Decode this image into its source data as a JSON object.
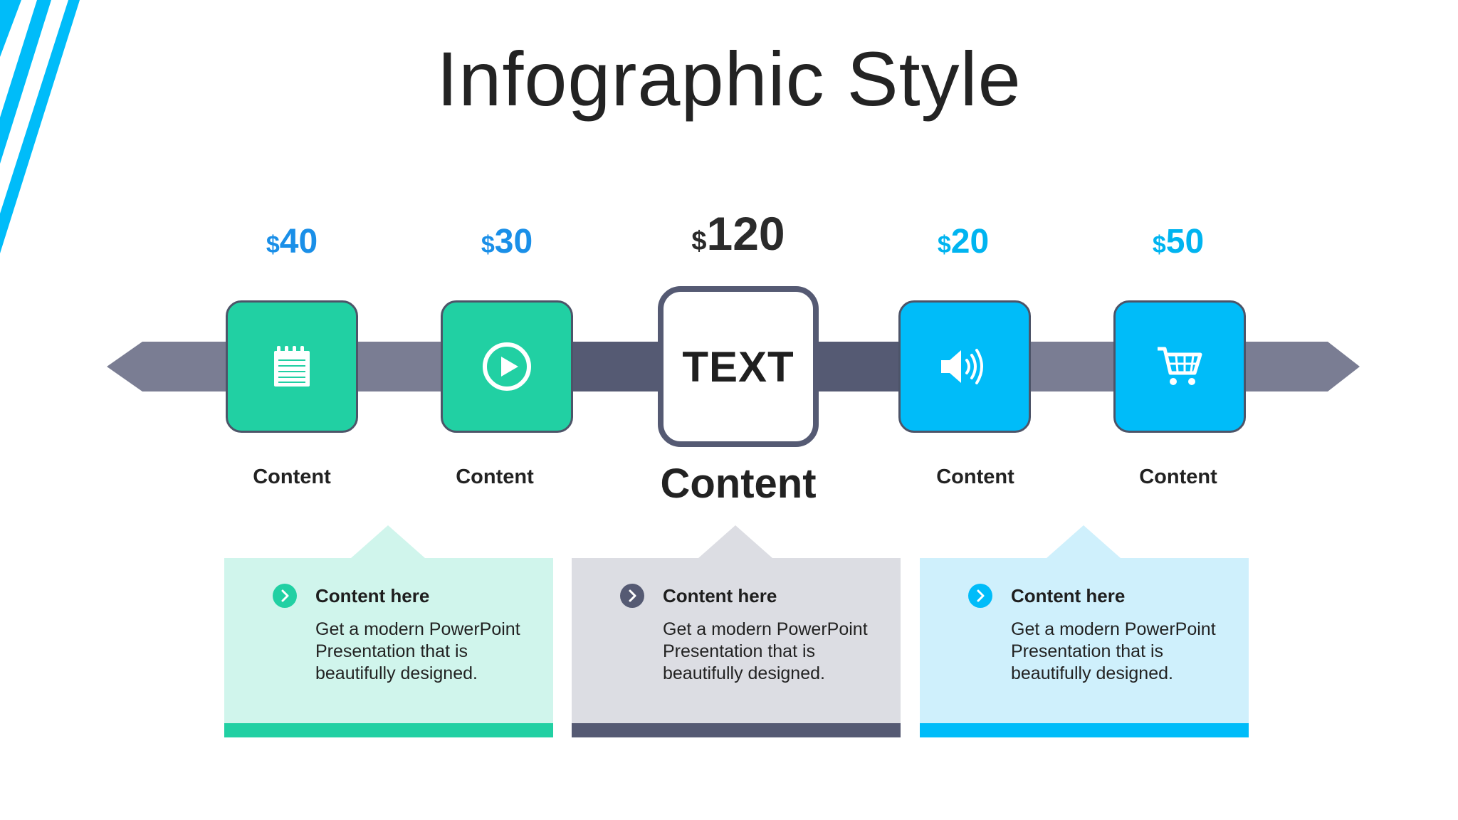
{
  "title": "Infographic Style",
  "colors": {
    "green": "#21d0a3",
    "blue": "#00bcf9",
    "slate": "#555a73",
    "band": "#7a7d93",
    "accent_blue": "#1a8fe8"
  },
  "steps": [
    {
      "currency": "$",
      "amount": "40",
      "label": "Content",
      "icon": "notepad-icon"
    },
    {
      "currency": "$",
      "amount": "30",
      "label": "Content",
      "icon": "play-circle-icon"
    },
    {
      "currency": "$",
      "amount": "120",
      "label": "Content",
      "center_text": "TEXT"
    },
    {
      "currency": "$",
      "amount": "20",
      "label": "Content",
      "icon": "speaker-icon"
    },
    {
      "currency": "$",
      "amount": "50",
      "label": "Content",
      "icon": "shopping-cart-icon"
    }
  ],
  "cards": [
    {
      "heading": "Content here",
      "body": "Get a modern PowerPoint Presentation that is beautifully designed.",
      "icon": "chevron-right-icon"
    },
    {
      "heading": "Content here",
      "body": "Get a modern PowerPoint Presentation that is beautifully designed.",
      "icon": "chevron-right-icon"
    },
    {
      "heading": "Content here",
      "body": "Get a modern PowerPoint Presentation that is beautifully designed.",
      "icon": "chevron-right-icon"
    }
  ]
}
